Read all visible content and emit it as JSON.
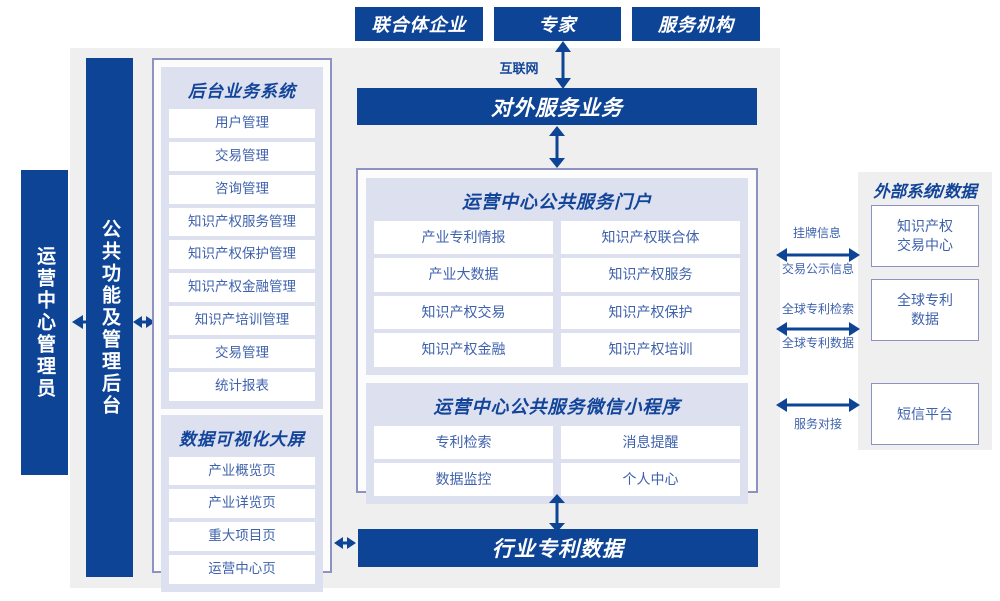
{
  "colors": {
    "primary_blue": "#0E4496",
    "title_blue": "#12459A",
    "text_blue": "#3F62AD",
    "border_purple": "#8D92C2",
    "panel_gray": "#EFEFEF",
    "section_lavender": "#DCE0EF"
  },
  "top_actors": [
    {
      "label": "联合体企业"
    },
    {
      "label": "专家"
    },
    {
      "label": "服务机构"
    }
  ],
  "connectors": {
    "internet": "互联网"
  },
  "external_service_bar": {
    "label": "对外服务业务"
  },
  "bottom_bar": {
    "label": "行业专利数据"
  },
  "left_actor": {
    "label": "运营中心管理员"
  },
  "left_platform": {
    "label": "公共功能及管理后台"
  },
  "backend": {
    "title": "后台业务系统",
    "items": [
      "用户管理",
      "交易管理",
      "咨询管理",
      "知识产权服务管理",
      "知识产权保护管理",
      "知识产权金融管理",
      "知识产培训管理",
      "交易管理",
      "统计报表"
    ]
  },
  "visualization": {
    "title": "数据可视化大屏",
    "items": [
      "产业概览页",
      "产业详览页",
      "重大项目页",
      "运营中心页"
    ]
  },
  "portal": {
    "title": "运营中心公共服务门户",
    "items": [
      "产业专利情报",
      "知识产权联合体",
      "产业大数据",
      "知识产权服务",
      "知识产权交易",
      "知识产权保护",
      "知识产权金融",
      "知识产权培训"
    ]
  },
  "miniprogram": {
    "title": "运营中心公共服务微信小程序",
    "items": [
      "专利检索",
      "消息提醒",
      "数据监控",
      "个人中心"
    ]
  },
  "external": {
    "title": "外部系统/数据",
    "boxes": [
      {
        "label": "知识产权\n交易中心",
        "line1": "知识产权",
        "line2": "交易中心"
      },
      {
        "label": "全球专利\n数据",
        "line1": "全球专利",
        "line2": "数据"
      },
      {
        "label": "短信平台",
        "line1": "短信平台",
        "line2": ""
      }
    ],
    "arrow_labels": [
      {
        "above": "挂牌信息",
        "below": "交易公示信息"
      },
      {
        "above": "全球专利检索",
        "below": "全球专利数据"
      },
      {
        "above": "",
        "below": "服务对接"
      }
    ]
  }
}
